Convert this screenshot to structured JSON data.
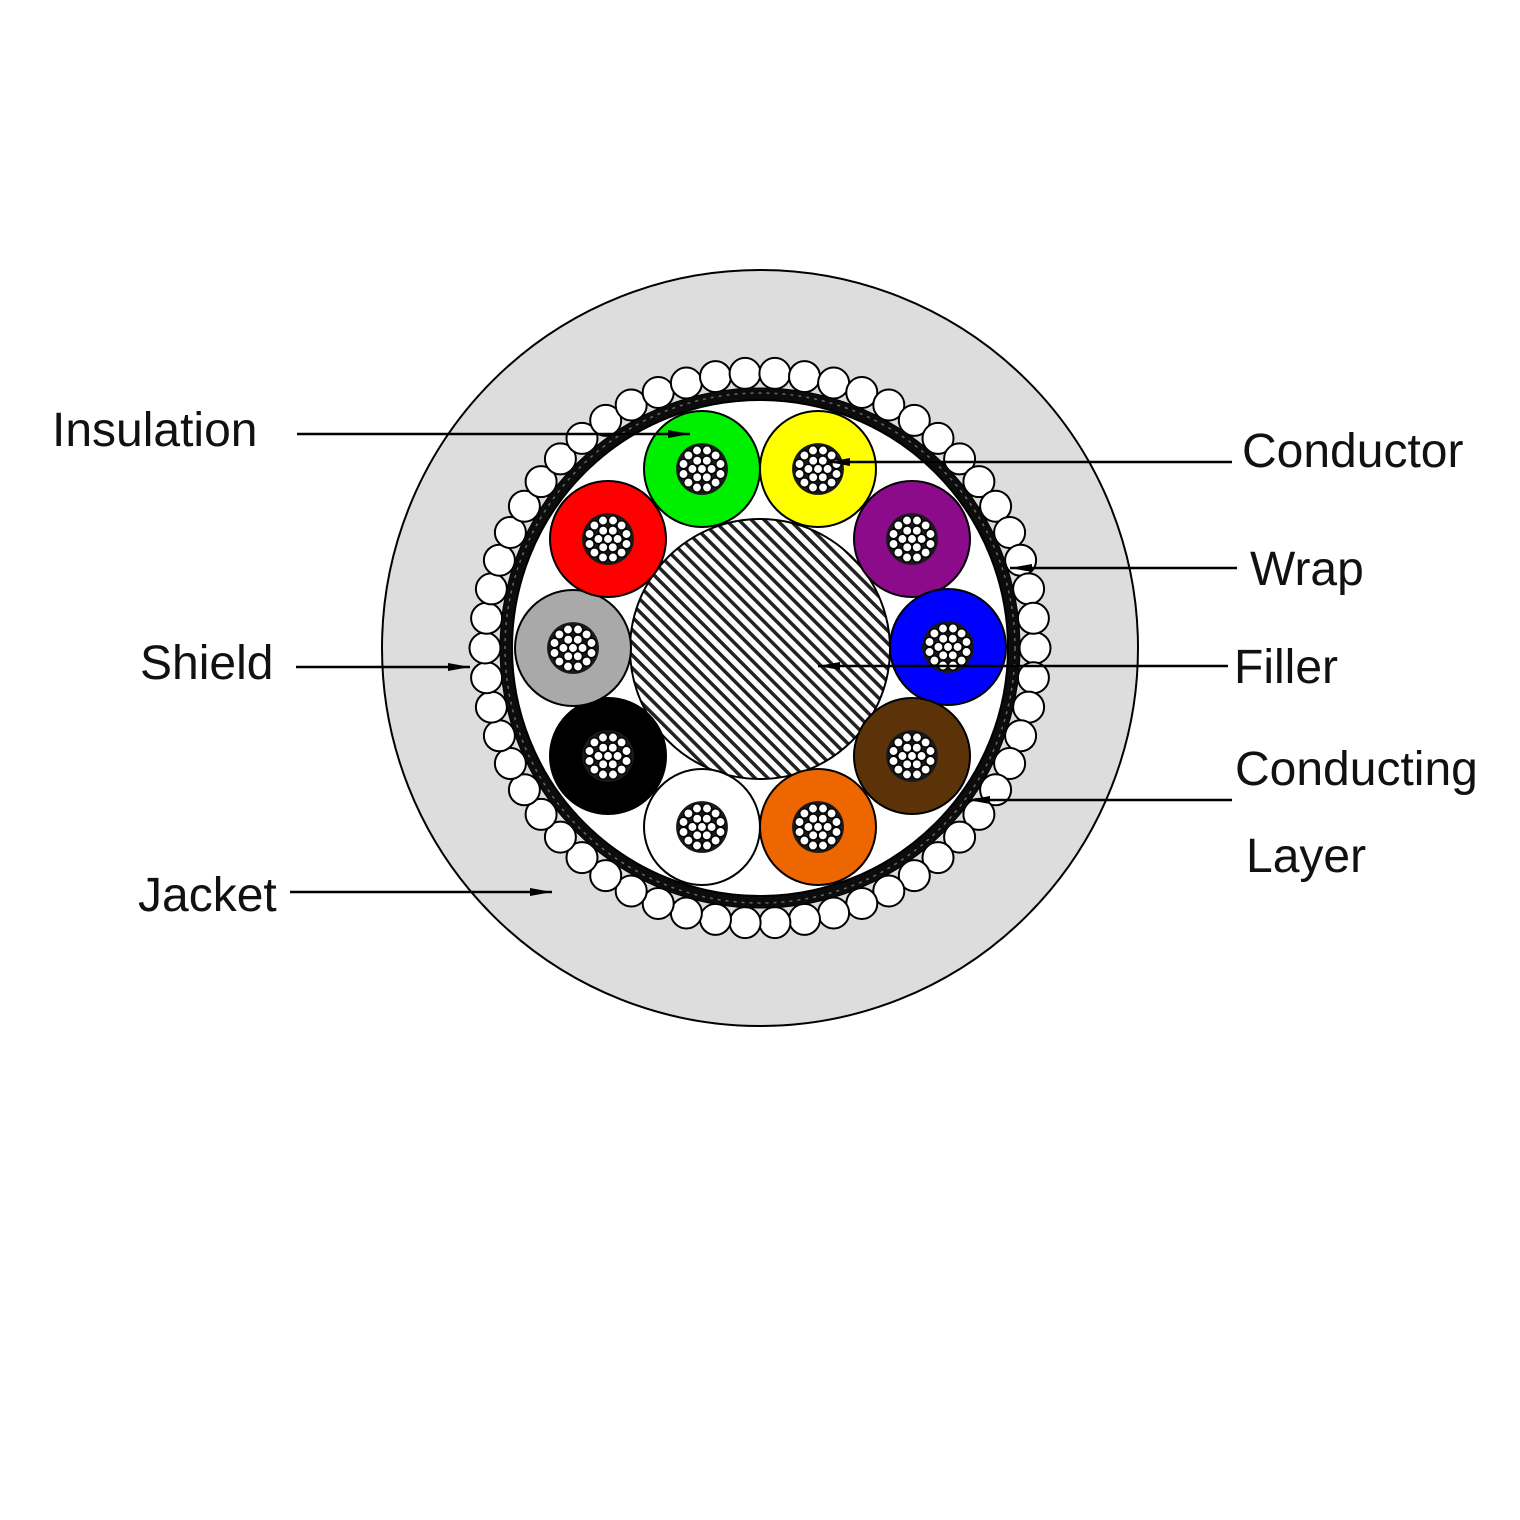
{
  "labels": {
    "insulation": "Insulation",
    "conductor": "Conductor",
    "wrap": "Wrap",
    "shield": "Shield",
    "filler": "Filler",
    "conducting_line1": "Conducting",
    "conducting_line2": "Layer",
    "jacket": "Jacket"
  },
  "colors": {
    "jacket": "#dddddd",
    "cores": [
      "#00ee00",
      "#ffff00",
      "#8b0b8b",
      "#0000ff",
      "#5c3309",
      "#ee6600",
      "#ffffff",
      "#000000",
      "#a9a9a9",
      "#ff0000"
    ]
  },
  "cores": [
    {
      "name": "green-core"
    },
    {
      "name": "yellow-core"
    },
    {
      "name": "purple-core"
    },
    {
      "name": "blue-core"
    },
    {
      "name": "brown-core"
    },
    {
      "name": "orange-core"
    },
    {
      "name": "white-core"
    },
    {
      "name": "black-core"
    },
    {
      "name": "gray-core"
    },
    {
      "name": "red-core"
    }
  ]
}
